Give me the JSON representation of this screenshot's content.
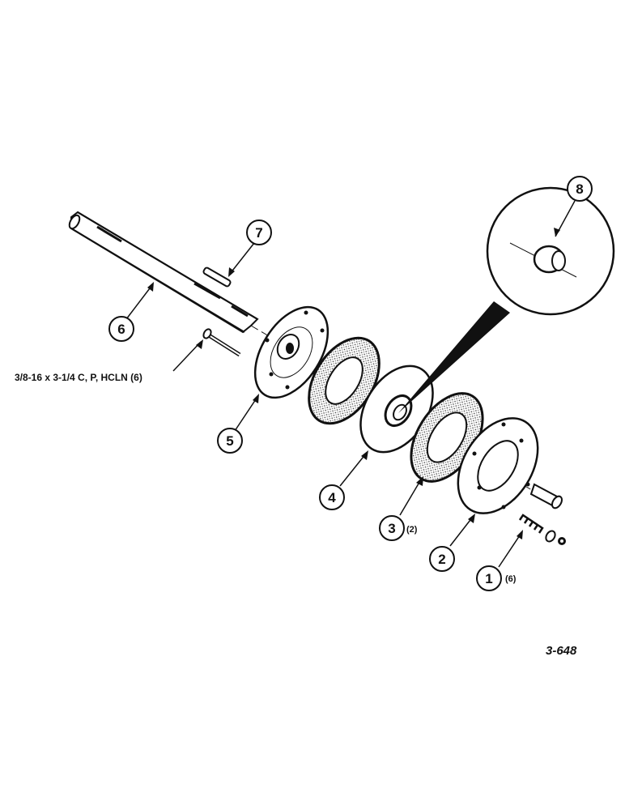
{
  "callouts": [
    {
      "id": "1",
      "number": "1",
      "qty": "(6)"
    },
    {
      "id": "2",
      "number": "2",
      "qty": ""
    },
    {
      "id": "3",
      "number": "3",
      "qty": "(2)"
    },
    {
      "id": "4",
      "number": "4",
      "qty": ""
    },
    {
      "id": "5",
      "number": "5",
      "qty": ""
    },
    {
      "id": "6",
      "number": "6",
      "qty": ""
    },
    {
      "id": "7",
      "number": "7",
      "qty": ""
    },
    {
      "id": "8",
      "number": "8",
      "qty": ""
    }
  ],
  "fastener_spec": "3/8-16 x 3-1/4 C, P, HCLN (6)",
  "figure_ref": "3-648"
}
